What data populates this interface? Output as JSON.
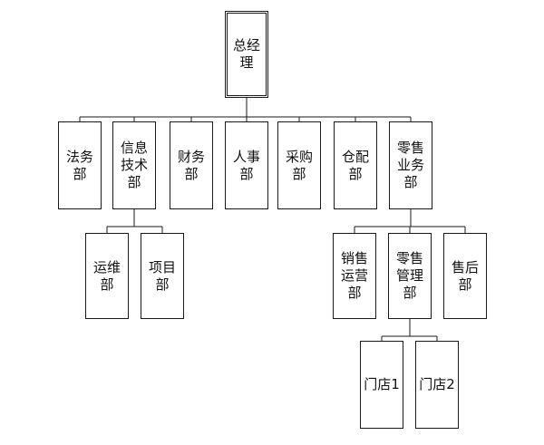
{
  "org_chart": {
    "root": {
      "label": "总经理"
    },
    "departments": [
      {
        "label": "法务部"
      },
      {
        "label": "信息技术部"
      },
      {
        "label": "财务部"
      },
      {
        "label": "人事部"
      },
      {
        "label": "采购部"
      },
      {
        "label": "仓配部"
      },
      {
        "label": "零售业务部"
      }
    ],
    "it_subunits": [
      {
        "label": "运维部"
      },
      {
        "label": "项目部"
      }
    ],
    "retail_subunits": [
      {
        "label": "销售运营部"
      },
      {
        "label": "零售管理部"
      },
      {
        "label": "售后部"
      }
    ],
    "stores": [
      {
        "label": "门店1"
      },
      {
        "label": "门店2"
      }
    ]
  }
}
